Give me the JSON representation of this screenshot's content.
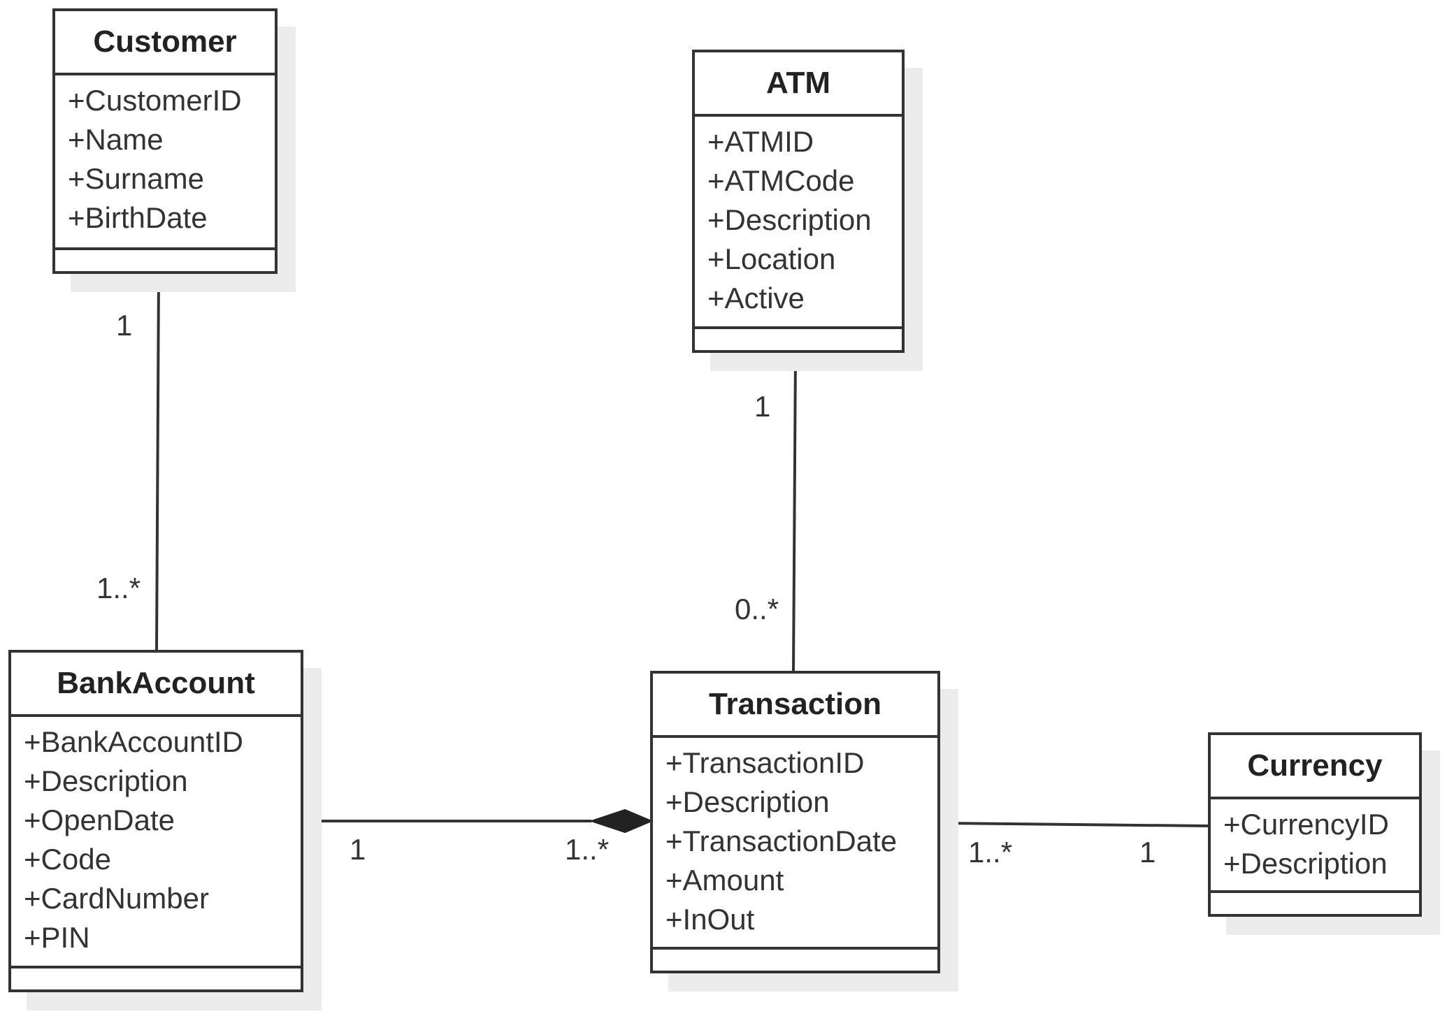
{
  "classes": {
    "customer": {
      "name": "Customer",
      "attributes": [
        "+CustomerID",
        "+Name",
        "+Surname",
        "+BirthDate"
      ]
    },
    "atm": {
      "name": "ATM",
      "attributes": [
        "+ATMID",
        "+ATMCode",
        "+Description",
        "+Location",
        "+Active"
      ]
    },
    "bankaccount": {
      "name": "BankAccount",
      "attributes": [
        "+BankAccountID",
        "+Description",
        "+OpenDate",
        "+Code",
        "+CardNumber",
        "+PIN"
      ]
    },
    "transaction": {
      "name": "Transaction",
      "attributes": [
        "+TransactionID",
        "+Description",
        "+TransactionDate",
        "+Amount",
        "+InOut"
      ]
    },
    "currency": {
      "name": "Currency",
      "attributes": [
        "+CurrencyID",
        "+Description"
      ]
    }
  },
  "associations": [
    {
      "from": "Customer",
      "to": "BankAccount",
      "type": "association",
      "from_multiplicity": "1",
      "to_multiplicity": "1..*"
    },
    {
      "from": "ATM",
      "to": "Transaction",
      "type": "association",
      "from_multiplicity": "1",
      "to_multiplicity": "0..*"
    },
    {
      "from": "BankAccount",
      "to": "Transaction",
      "type": "composition",
      "whole": "Transaction",
      "from_multiplicity": "1",
      "to_multiplicity": "1..*"
    },
    {
      "from": "Transaction",
      "to": "Currency",
      "type": "association",
      "from_multiplicity": "1..*",
      "to_multiplicity": "1"
    }
  ],
  "colors": {
    "line": "#333333",
    "shadow": "#ececec",
    "background": "#ffffff"
  }
}
